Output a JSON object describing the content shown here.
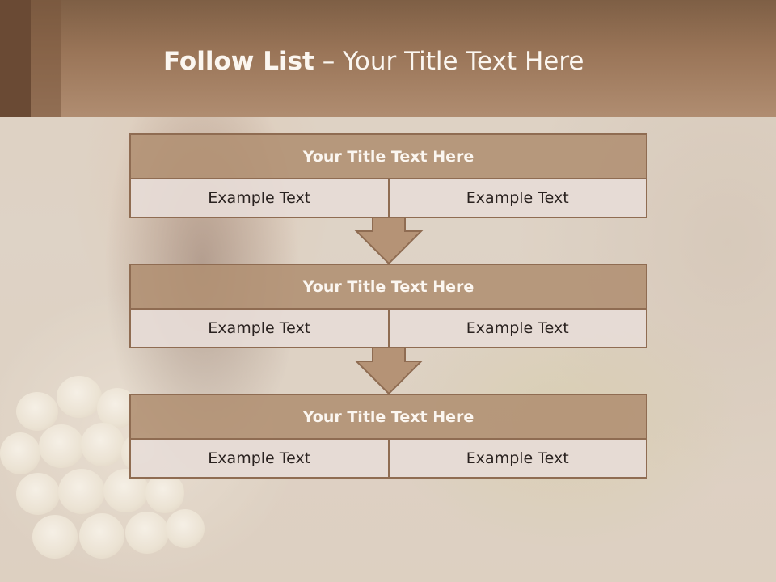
{
  "slide": {
    "title_bold": "Follow List",
    "title_rest": " – Your Title Text Here"
  },
  "blocks": [
    {
      "title": "Your Title Text Here",
      "left": "Example Text",
      "right": "Example Text"
    },
    {
      "title": "Your Title Text Here",
      "left": "Example Text",
      "right": "Example Text"
    },
    {
      "title": "Your Title Text Here",
      "left": "Example Text",
      "right": "Example Text"
    }
  ],
  "colors": {
    "header": "#9a7558",
    "block_title_fill": "#b08f72",
    "block_border": "#8f6c52",
    "cell_fill": "#e6dcd6",
    "arrow_fill": "#b59376"
  }
}
